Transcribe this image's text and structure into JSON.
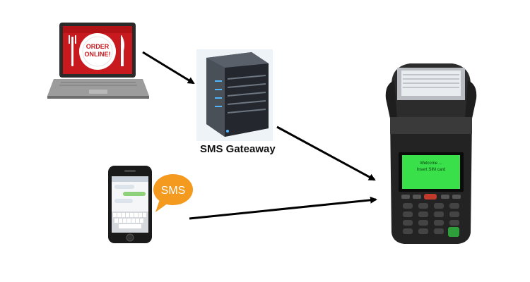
{
  "laptop": {
    "plate_text_line1": "ORDER",
    "plate_text_line2": "ONLINE!"
  },
  "gateway": {
    "label": "SMS Gateaway"
  },
  "sms_bubble": {
    "text": "SMS"
  },
  "terminal": {
    "screen_line1": "Welcome  ...",
    "screen_line2": "Insert SIM card"
  },
  "colors": {
    "laptop_screen": "#c8191e",
    "sms_bubble": "#f39a1f",
    "terminal_screen": "#39e04a",
    "arrow": "#000000"
  },
  "icons": [
    "laptop-icon",
    "server-icon",
    "smartphone-icon",
    "speech-bubble-icon",
    "pos-printer-icon"
  ]
}
